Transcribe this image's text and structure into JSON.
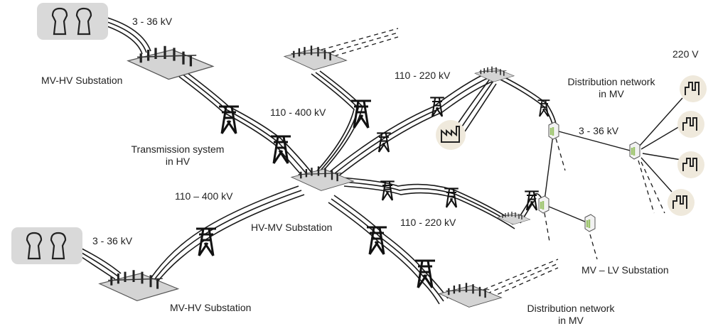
{
  "labels": {
    "kv_top_left": "3 - 36 kV",
    "mvhv_top": "MV-HV Substation",
    "kv_transmission_top": "110 - 400 kV",
    "transmission_line1": "Transmission system",
    "transmission_line2": "in HV",
    "kv_transmission_left": "110 – 400 kV",
    "kv_bottom_left": "3 - 36 kV",
    "hvmv": "HV-MV Substation",
    "mvhv_bottom": "MV-HV Substation",
    "kv_dist_top": "110 - 220 kV",
    "kv_dist_bottom": "110 - 220 kV",
    "dist_mv_top_line1": "Distribution network",
    "dist_mv_top_line2": "in MV",
    "kv_mv": "3 - 36 kV",
    "lv_voltage": "220 V",
    "mvlv": "MV – LV Substation",
    "dist_mv_bottom_line1": "Distribution network",
    "dist_mv_bottom_line2": "in MV"
  },
  "icons": {
    "power_plant": "cooling-tower-icon",
    "factory": "factory-icon",
    "house_load": "house-load-icon",
    "tower": "transmission-tower-icon",
    "substation": "substation-icon"
  },
  "colors": {
    "line": "#1a1a1a",
    "plant_bg": "#d9d9d9",
    "load_bg": "#efe9dc",
    "substation_fill": "#cfcfcf",
    "transformer_green": "#9bc36a"
  }
}
